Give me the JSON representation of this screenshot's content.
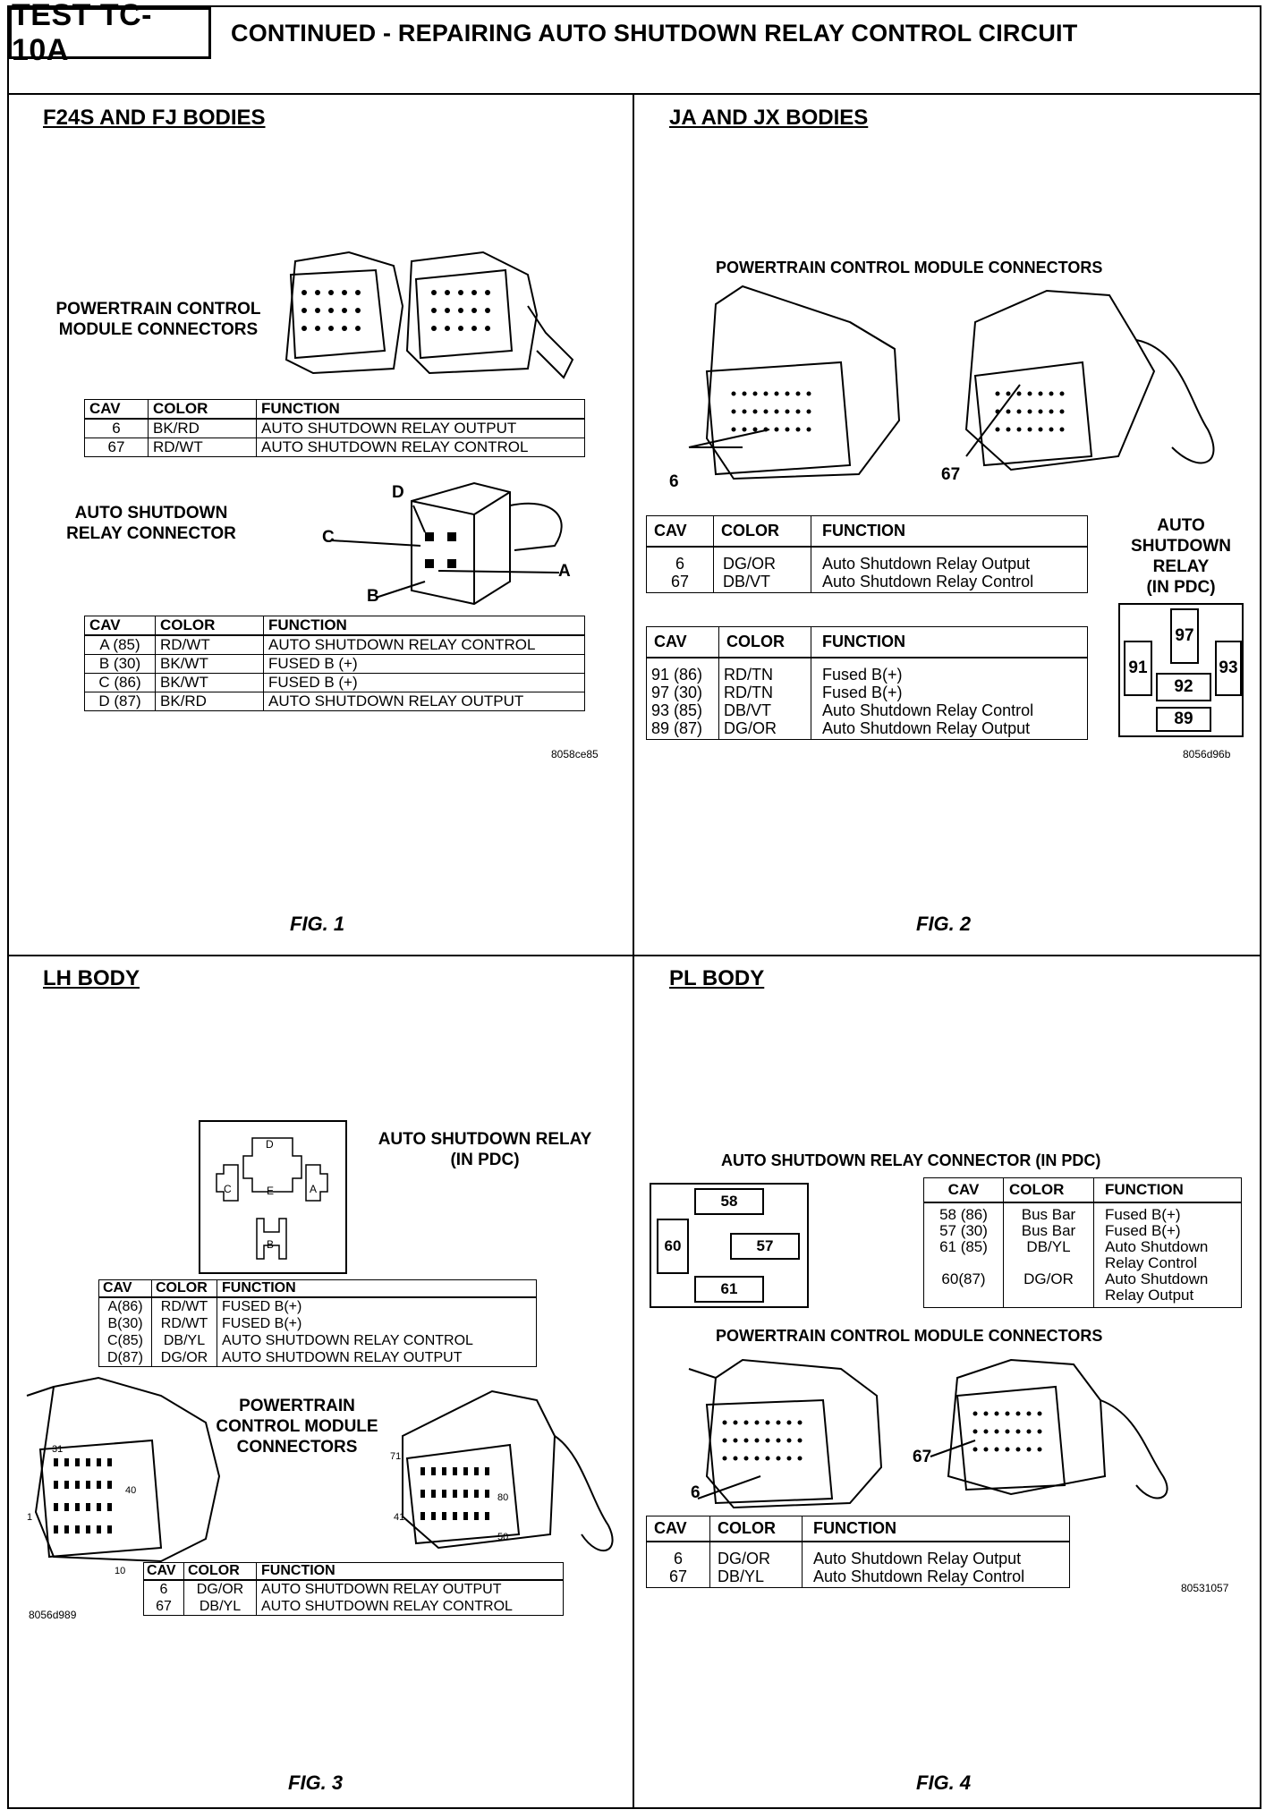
{
  "header": {
    "test_id": "TEST TC-10A",
    "title": "CONTINUED - REPAIRING AUTO SHUTDOWN RELAY CONTROL CIRCUIT"
  },
  "fig1": {
    "section_title": "F24S AND FJ BODIES",
    "pcm_label": [
      "POWERTRAIN CONTROL",
      "MODULE CONNECTORS"
    ],
    "pcm_table": {
      "headers": [
        "CAV",
        "COLOR",
        "FUNCTION"
      ],
      "rows": [
        [
          "6",
          "BK/RD",
          "AUTO SHUTDOWN RELAY OUTPUT"
        ],
        [
          "67",
          "RD/WT",
          "AUTO SHUTDOWN RELAY CONTROL"
        ]
      ]
    },
    "relay_label": [
      "AUTO SHUTDOWN",
      "RELAY CONNECTOR"
    ],
    "pointers": {
      "a": "A",
      "b": "B",
      "c": "C",
      "d": "D"
    },
    "relay_table": {
      "headers": [
        "CAV",
        "COLOR",
        "FUNCTION"
      ],
      "rows": [
        [
          "A (85)",
          "RD/WT",
          "AUTO SHUTDOWN RELAY CONTROL"
        ],
        [
          "B (30)",
          "BK/WT",
          "FUSED B (+)"
        ],
        [
          "C (86)",
          "BK/WT",
          "FUSED B (+)"
        ],
        [
          "D (87)",
          "BK/RD",
          "AUTO SHUTDOWN RELAY OUTPUT"
        ]
      ]
    },
    "image_code": "8058ce85",
    "fig_label": "FIG. 1"
  },
  "fig2": {
    "section_title": "JA AND JX BODIES",
    "pcm_label": "POWERTRAIN CONTROL MODULE CONNECTORS",
    "pointers": {
      "p6": "6",
      "p67": "67"
    },
    "pcm_table": {
      "headers": [
        "CAV",
        "COLOR",
        "FUNCTION"
      ],
      "rows": [
        [
          "6",
          "DG/OR",
          "Auto Shutdown Relay Output"
        ],
        [
          "67",
          "DB/VT",
          "Auto Shutdown Relay Control"
        ]
      ]
    },
    "relay_table": {
      "headers": [
        "CAV",
        "COLOR",
        "FUNCTION"
      ],
      "rows": [
        [
          "91 (86)",
          "RD/TN",
          "Fused B(+)"
        ],
        [
          "97 (30)",
          "RD/TN",
          "Fused B(+)"
        ],
        [
          "93 (85)",
          "DB/VT",
          "Auto Shutdown Relay Control"
        ],
        [
          "89 (87)",
          "DG/OR",
          "Auto Shutdown Relay Output"
        ]
      ]
    },
    "relay_label": [
      "AUTO",
      "SHUTDOWN",
      "RELAY",
      "(IN PDC)"
    ],
    "relay_cells": {
      "c97": "97",
      "c91": "91",
      "c92": "92",
      "c93": "93",
      "c89": "89"
    },
    "image_code": "8056d96b",
    "fig_label": "FIG. 2"
  },
  "fig3": {
    "section_title": "LH BODY",
    "relay_label": [
      "AUTO SHUTDOWN RELAY",
      "(IN PDC)"
    ],
    "relay_pins": {
      "d": "D",
      "c": "C",
      "e": "E",
      "a": "A",
      "b": "B"
    },
    "relay_table": {
      "headers": [
        "CAV",
        "COLOR",
        "FUNCTION"
      ],
      "rows": [
        [
          "A(86)",
          "RD/WT",
          "FUSED B(+)"
        ],
        [
          "B(30)",
          "RD/WT",
          "FUSED B(+)"
        ],
        [
          "C(85)",
          "DB/YL",
          "AUTO SHUTDOWN RELAY CONTROL"
        ],
        [
          "D(87)",
          "DG/OR",
          "AUTO SHUTDOWN RELAY OUTPUT"
        ]
      ]
    },
    "pcm_label": [
      "POWERTRAIN",
      "CONTROL MODULE",
      "CONNECTORS"
    ],
    "pin_numbers": {
      "n31": "31",
      "n40": "40",
      "n1": "1",
      "n10": "10",
      "n71": "71",
      "n80": "80",
      "n41": "41",
      "n50": "50"
    },
    "pcm_table": {
      "headers": [
        "CAV",
        "COLOR",
        "FUNCTION"
      ],
      "rows": [
        [
          "6",
          "DG/OR",
          "AUTO SHUTDOWN RELAY OUTPUT"
        ],
        [
          "67",
          "DB/YL",
          "AUTO SHUTDOWN RELAY CONTROL"
        ]
      ]
    },
    "image_code": "8056d989",
    "fig_label": "FIG. 3"
  },
  "fig4": {
    "section_title": "PL BODY",
    "relay_label": "AUTO SHUTDOWN RELAY CONNECTOR (IN PDC)",
    "relay_cells": {
      "c58": "58",
      "c60": "60",
      "c57": "57",
      "c61": "61"
    },
    "relay_table": {
      "headers": [
        "CAV",
        "COLOR",
        "FUNCTION"
      ],
      "rows": [
        {
          "cav": [
            "58 (86)",
            "57 (30)",
            "61 (85)",
            ""
          ],
          "color": [
            "Bus Bar",
            "Bus Bar",
            "DB/YL",
            ""
          ],
          "function": [
            "Fused B(+)",
            "Fused B(+)",
            "Auto Shutdown",
            "Relay Control"
          ]
        },
        {
          "cav": [
            "60(87)"
          ],
          "color": [
            "DG/OR"
          ],
          "function": [
            "Auto Shutdown",
            "Relay Output"
          ]
        }
      ]
    },
    "pcm_label": "POWERTRAIN CONTROL MODULE CONNECTORS",
    "pointers": {
      "p6": "6",
      "p67": "67"
    },
    "pcm_table": {
      "headers": [
        "CAV",
        "COLOR",
        "FUNCTION"
      ],
      "rows": [
        [
          "6",
          "DG/OR",
          "Auto Shutdown Relay Output"
        ],
        [
          "67",
          "DB/YL",
          "Auto Shutdown Relay Control"
        ]
      ]
    },
    "image_code": "80531057",
    "fig_label": "FIG. 4"
  }
}
